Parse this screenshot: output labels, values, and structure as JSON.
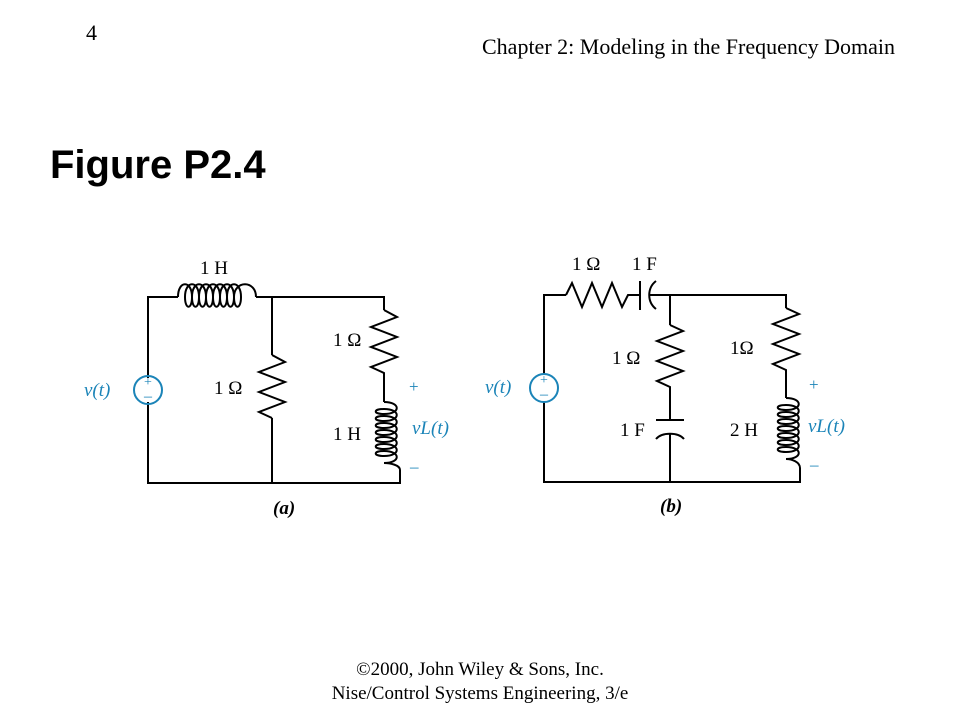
{
  "header": {
    "page_number": "4",
    "chapter_title": "Chapter 2: Modeling in the Frequency Domain"
  },
  "figure": {
    "title": "Figure P2.4",
    "circuit_a": {
      "caption": "(a)",
      "source_label": "v(t)",
      "inductor_top_label": "1 H",
      "resistor_mid_label": "1 Ω",
      "resistor_right_label": "1 Ω",
      "inductor_right_label": "1 H",
      "output_label": "vL(t)",
      "plus_sign": "+",
      "minus_sign": "–"
    },
    "circuit_b": {
      "caption": "(b)",
      "source_label": "v(t)",
      "resistor_top_label": "1 Ω",
      "capacitor_top_label": "1 F",
      "resistor_mid_label": "1 Ω",
      "capacitor_mid_label": "1 F",
      "resistor_right_label": "1Ω",
      "inductor_right_label": "2 H",
      "output_label": "vL(t)",
      "plus_sign": "+",
      "minus_sign": "–"
    },
    "wire_color": "#000000",
    "label_accent_color": "#1b84b8"
  },
  "footer": {
    "line1": "©2000, John Wiley & Sons, Inc.",
    "line2": "Nise/Control Systems Engineering, 3/e"
  }
}
